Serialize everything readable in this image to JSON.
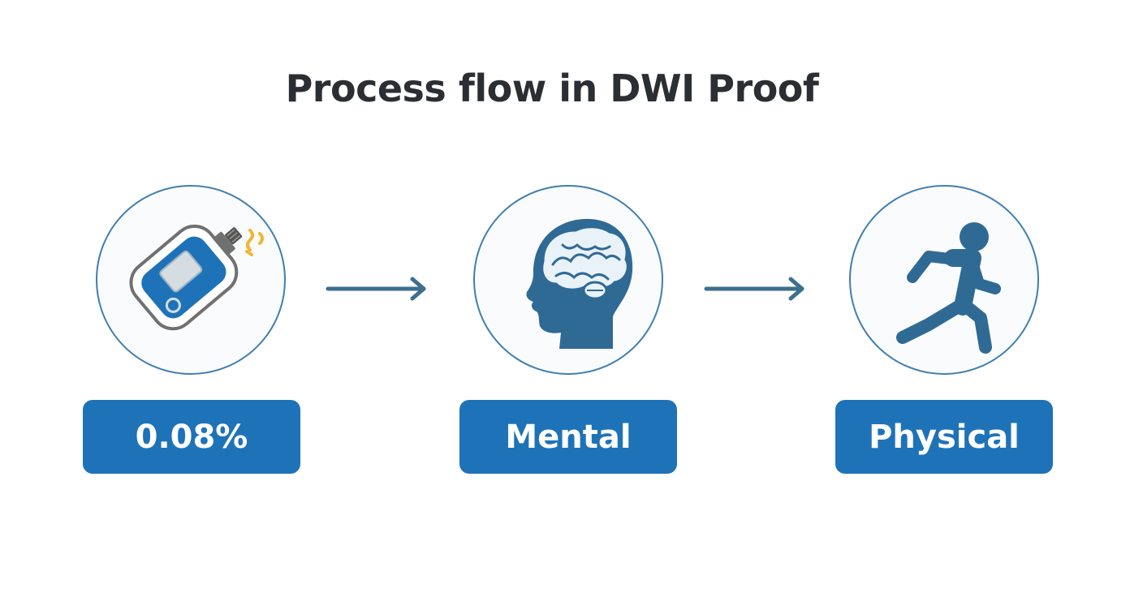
{
  "title": "Process flow in DWI Proof",
  "steps": [
    {
      "label": "0.08%",
      "icon": "breathalyzer-icon"
    },
    {
      "label": "Mental",
      "icon": "brain-head-icon"
    },
    {
      "label": "Physical",
      "icon": "running-person-icon"
    }
  ],
  "colors": {
    "accent_blue": "#1e73b8",
    "icon_blue": "#2f6a95",
    "circle_border": "#3f7fb0",
    "arrow": "#3d6f8f",
    "title_text": "#2b2f33",
    "highlight_yellow": "#f2b632"
  }
}
